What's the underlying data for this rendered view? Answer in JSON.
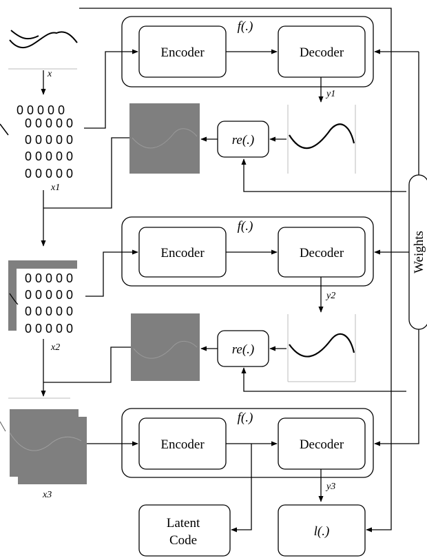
{
  "blocks": [
    {
      "f": "f(.)",
      "encoder": "Encoder",
      "decoder": "Decoder",
      "y": "y1",
      "re": "re(.)"
    },
    {
      "f": "f(.)",
      "encoder": "Encoder",
      "decoder": "Decoder",
      "y": "y2",
      "re": "re(.)"
    },
    {
      "f": "f(.)",
      "encoder": "Encoder",
      "decoder": "Decoder",
      "y": "y3"
    }
  ],
  "inputs": {
    "x": "x",
    "x1": "x1",
    "x2": "x2",
    "x3": "x3"
  },
  "matrix_row": "0 0 0 0 0",
  "weights": "Weights",
  "latent_code": [
    "Latent",
    "Code"
  ],
  "loss": "l(.)"
}
